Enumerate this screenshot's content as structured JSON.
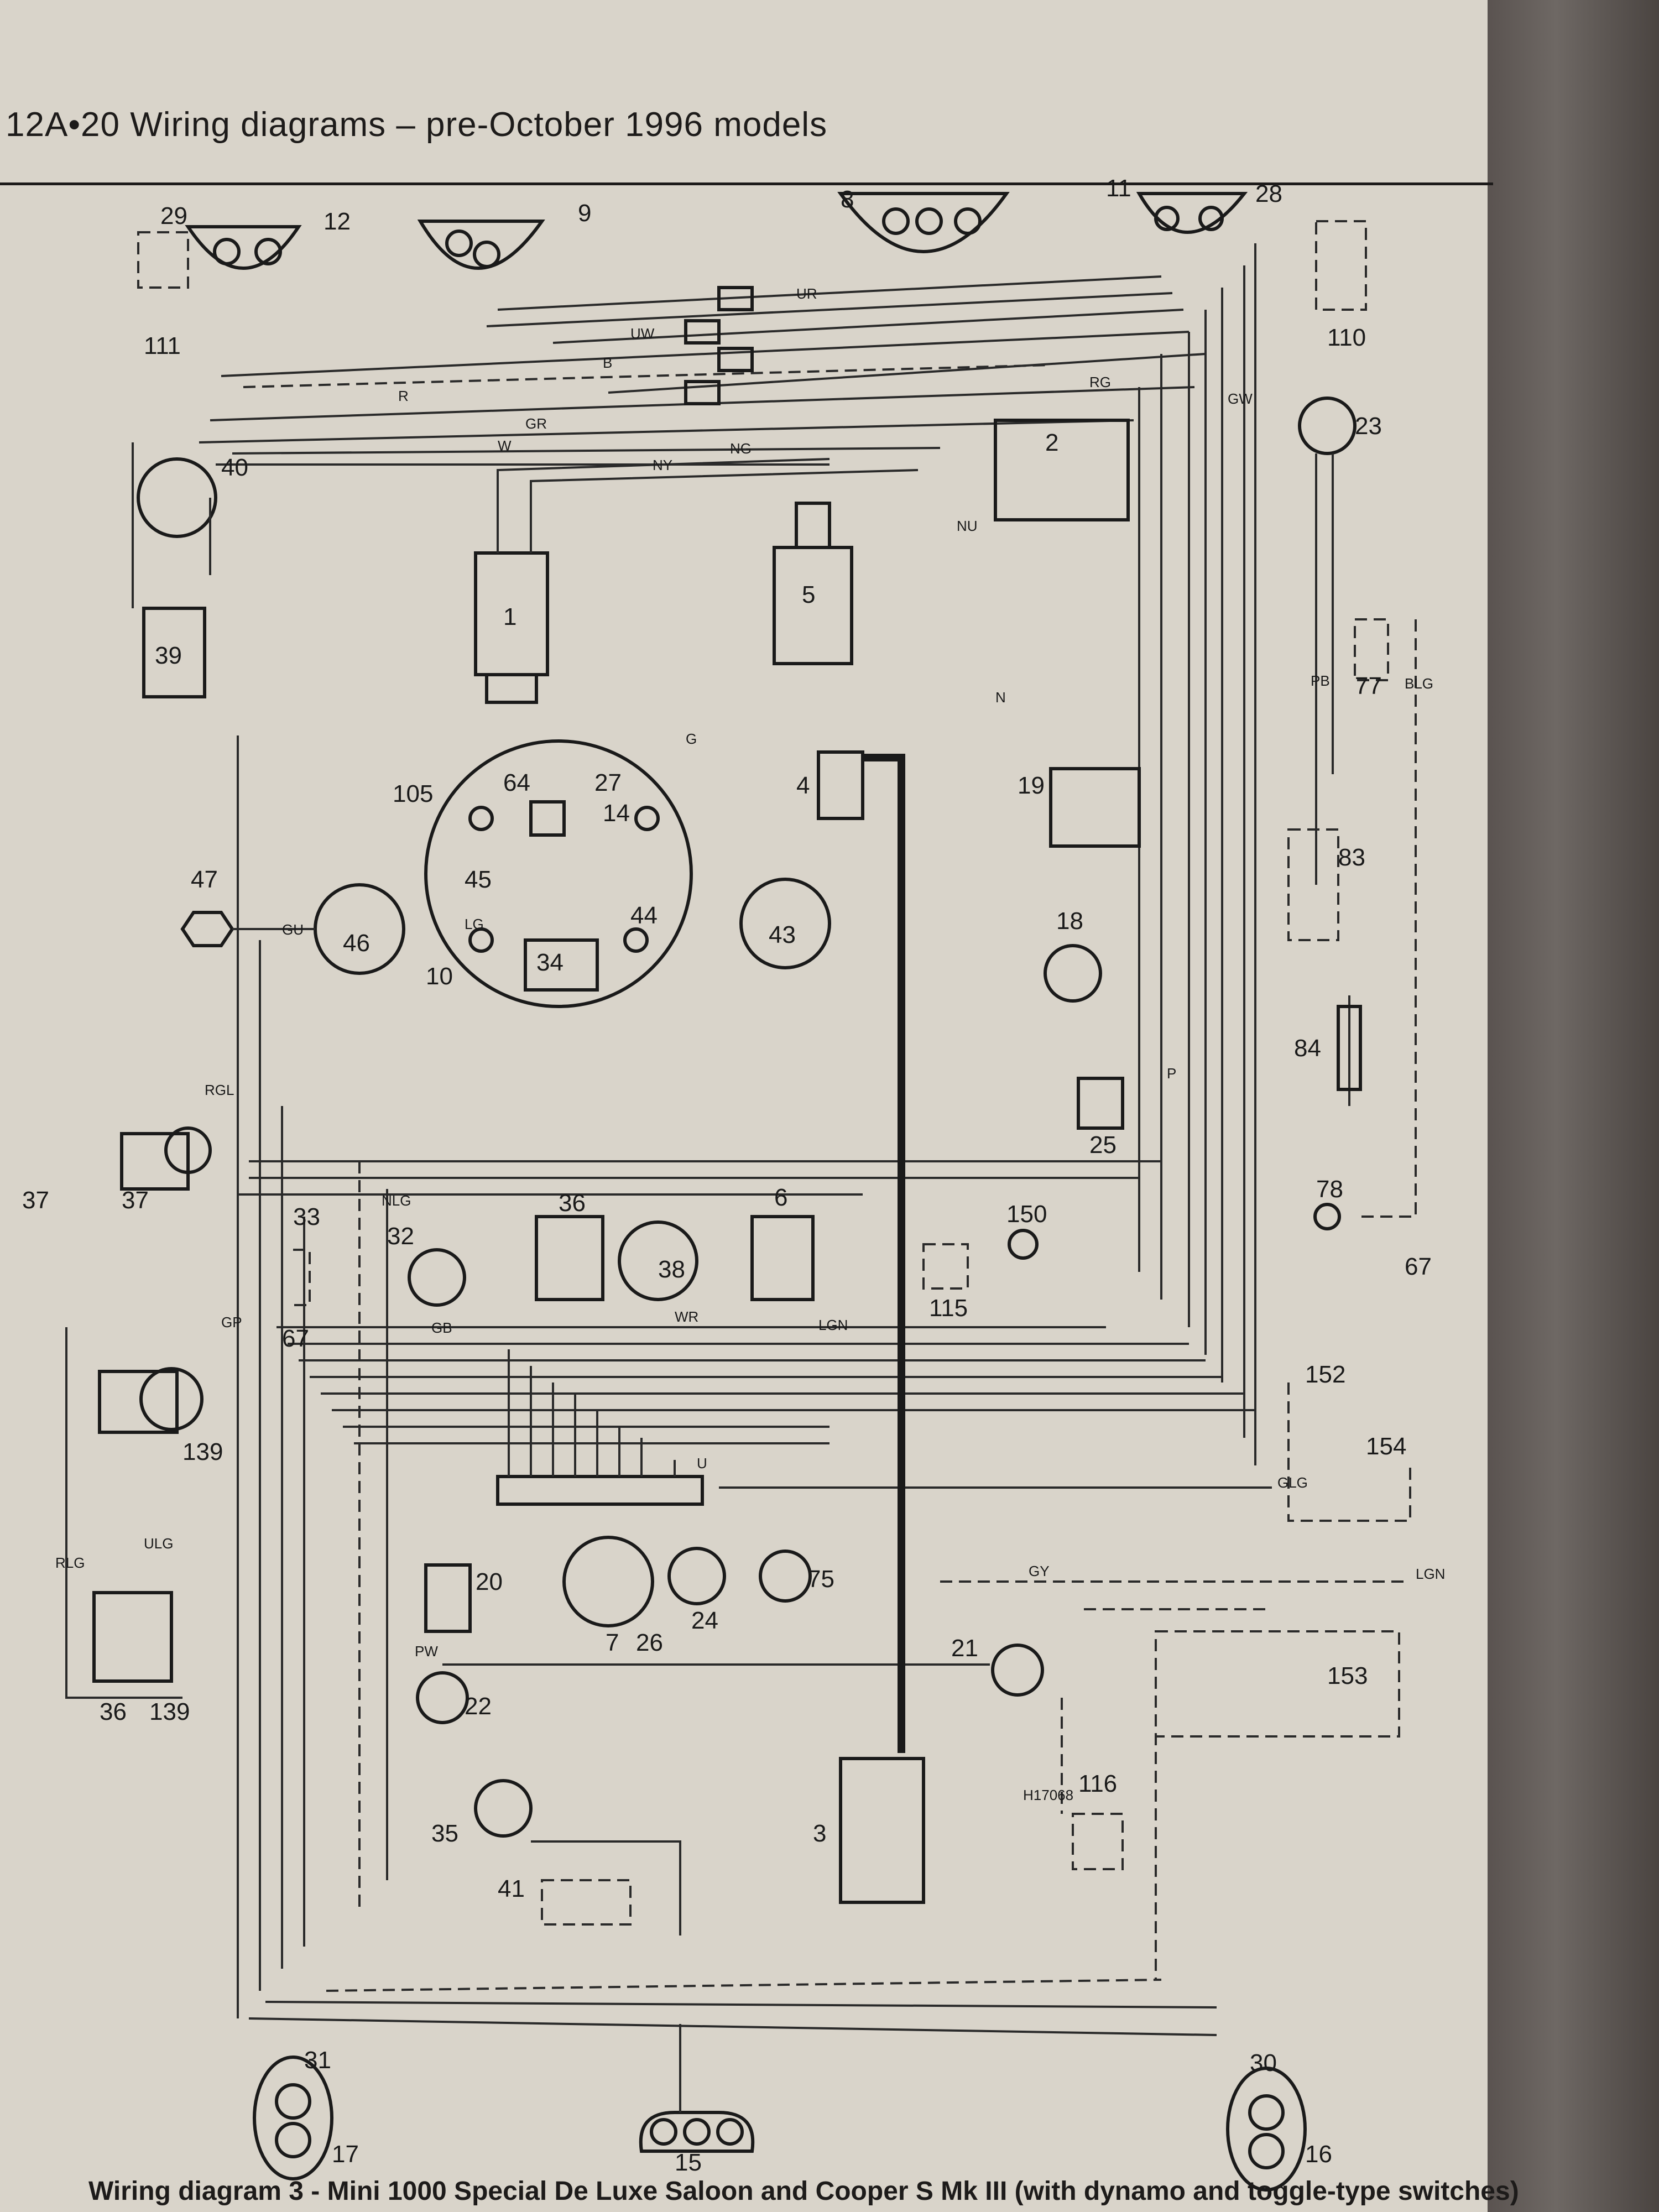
{
  "header": {
    "title": "12A•20  Wiring diagrams – pre-October 1996 models"
  },
  "footer": {
    "caption": "Wiring diagram 3 - Mini 1000 Special De Luxe Saloon and Cooper S Mk III (with dynamo and toggle-type switches)"
  },
  "component_numbers": [
    "29",
    "12",
    "111",
    "9",
    "8",
    "11",
    "28",
    "110",
    "40",
    "39",
    "1",
    "5",
    "2",
    "23",
    "77",
    "4",
    "19",
    "83",
    "105",
    "64",
    "27",
    "14",
    "45",
    "44",
    "47",
    "46",
    "10",
    "34",
    "43",
    "18",
    "84",
    "37",
    "25",
    "78",
    "36",
    "38",
    "6",
    "33",
    "32",
    "150",
    "115",
    "67",
    "139",
    "152",
    "154",
    "20",
    "7",
    "26",
    "24",
    "75",
    "22",
    "21",
    "153",
    "116",
    "35",
    "41",
    "3",
    "31",
    "17",
    "15",
    "30",
    "16"
  ],
  "wire_colours": [
    "UR",
    "UW",
    "B",
    "R",
    "RG",
    "GR",
    "GW",
    "W",
    "NG",
    "NY",
    "NU",
    "N",
    "P",
    "PB",
    "BLG",
    "G",
    "GU",
    "LG",
    "RGL",
    "NLG",
    "GB",
    "WR",
    "U",
    "LGN",
    "GY",
    "GP",
    "PW",
    "ULG",
    "RLG",
    "GLG",
    "LGN"
  ],
  "reference": "H17068"
}
